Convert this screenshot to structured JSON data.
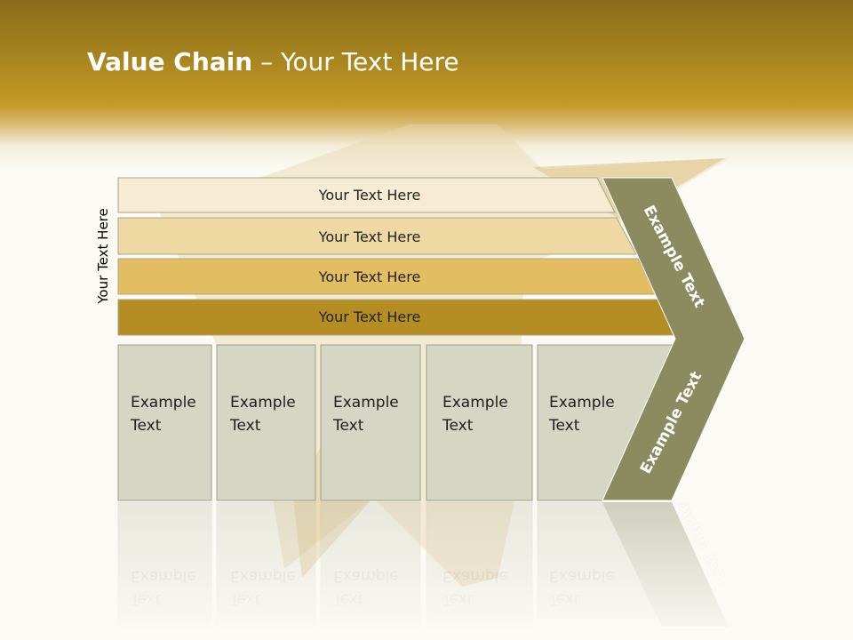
{
  "title": {
    "bold": "Value Chain",
    "rest": " – Your Text Here"
  },
  "side_label": "Your Text Here",
  "bars": [
    {
      "label": "Your Text Here",
      "color": "#f5ecd3"
    },
    {
      "label": "Your Text Here",
      "color": "#eed9a2"
    },
    {
      "label": "Your Text Here",
      "color": "#e3bd62"
    },
    {
      "label": "Your Text Here",
      "color": "#b48d23"
    }
  ],
  "boxes": [
    {
      "line1": "Example",
      "line2": "Text"
    },
    {
      "line1": "Example",
      "line2": "Text"
    },
    {
      "line1": "Example",
      "line2": "Text"
    },
    {
      "line1": "Example",
      "line2": "Text"
    },
    {
      "line1": "Example",
      "line2": "Text"
    }
  ],
  "chevron": {
    "upper_label": "Example Text",
    "lower_label": "Example Text",
    "color": "#8c8b5f"
  },
  "colors": {
    "box_fill": "#d6d6c4",
    "header_gold": "#a9851f"
  }
}
